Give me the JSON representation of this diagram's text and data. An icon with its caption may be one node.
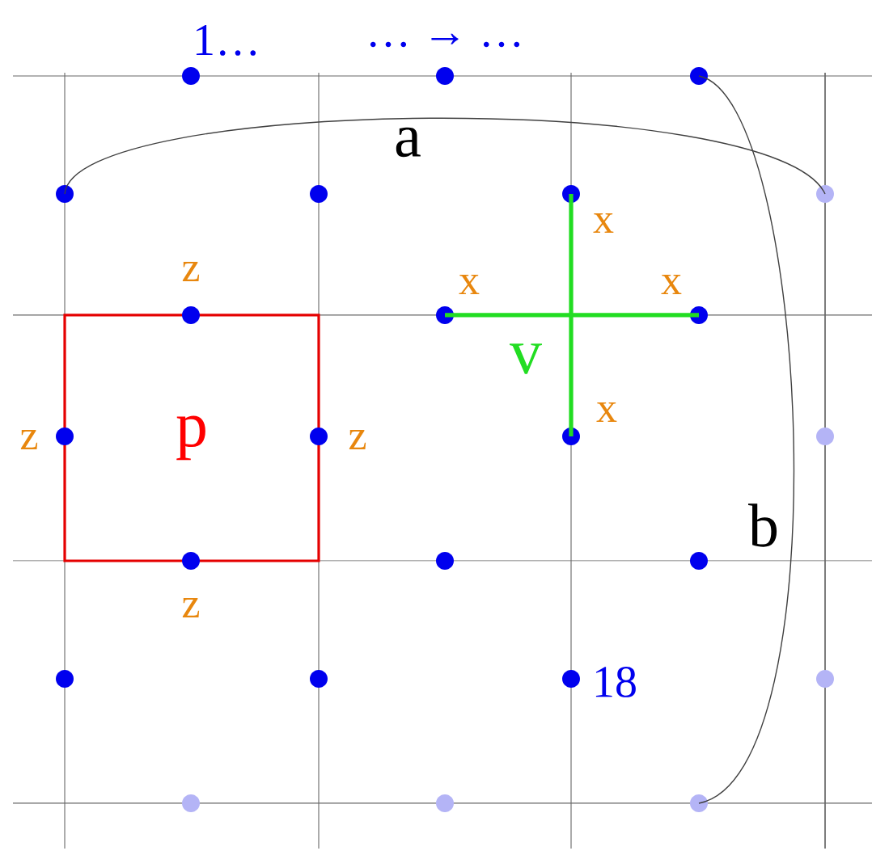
{
  "diagram": {
    "nodes": [
      {
        "text": [
          "p"
        ]
      },
      {
        "text": [],
        "shape": "circle"
      },
      {
        "text": [],
        "shape": "circle"
      },
      {
        "text": [],
        "shape": "circle"
      },
      {
        "text": [],
        "shape": "circle"
      },
      {
        "text": [],
        "shape": "circle"
      },
      {
        "text": [],
        "shape": "circle"
      },
      {
        "text": [],
        "shape": "circle"
      },
      {
        "text": [],
        "shape": "circle"
      },
      {
        "text": [],
        "shape": "circle"
      },
      {
        "text": [],
        "shape": "circle"
      },
      {
        "text": [],
        "shape": "circle"
      },
      {
        "text": [],
        "shape": "circle"
      },
      {
        "text": [],
        "shape": "circle"
      },
      {
        "text": [],
        "shape": "circle"
      },
      {
        "text": [],
        "shape": "circle"
      },
      {
        "text": [],
        "shape": "circle"
      },
      {
        "text": [],
        "shape": "circle"
      },
      {
        "text": [],
        "shape": "circle"
      },
      {
        "text": [],
        "shape": "circle"
      },
      {
        "text": [],
        "shape": "circle"
      },
      {
        "text": [],
        "shape": "circle"
      },
      {
        "text": [],
        "shape": "circle"
      },
      {
        "text": [],
        "shape": "circle"
      },
      {
        "text": [],
        "shape": "circle"
      }
    ],
    "edges": [
      {
        "from": 4,
        "to": 7,
        "arrow": "none",
        "label": "a"
      },
      {
        "from": 3,
        "to": 24,
        "arrow": "none",
        "label": "b"
      },
      {
        "from": 9,
        "to": 10,
        "arrow": "none",
        "style": "thick",
        "color": "#22dd22"
      },
      {
        "from": 6,
        "to": 13,
        "arrow": "none",
        "style": "thick",
        "color": "#22dd22"
      }
    ],
    "labels": [
      "1…",
      "… → …",
      "x",
      "z",
      "x",
      "x",
      "v",
      "z",
      "z",
      "x",
      "z",
      "18"
    ]
  }
}
